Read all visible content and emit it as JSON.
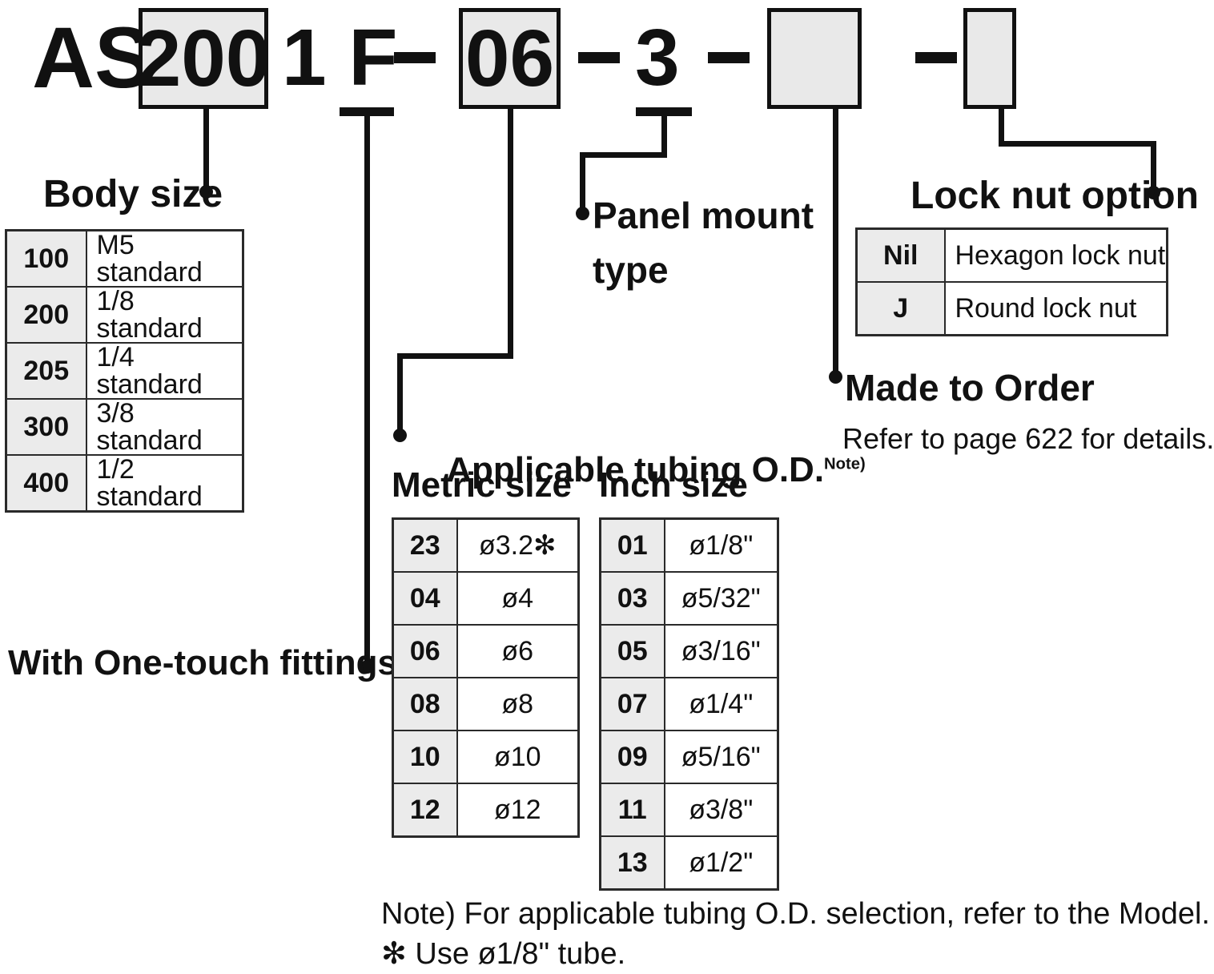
{
  "model_number": {
    "prefix": "AS",
    "body_size_box": "200",
    "mid": "1 F",
    "dash1": "–",
    "tubing_box": "06",
    "dash2": "–",
    "panel_mount": "3",
    "dash3": "–",
    "made_to_order_box": "",
    "dash4": "–",
    "lock_nut_box": ""
  },
  "body_size": {
    "title": "Body size",
    "rows": [
      {
        "code": "100",
        "desc": "M5 standard"
      },
      {
        "code": "200",
        "desc": "1/8 standard"
      },
      {
        "code": "205",
        "desc": "1/4 standard"
      },
      {
        "code": "300",
        "desc": "3/8 standard"
      },
      {
        "code": "400",
        "desc": "1/2 standard"
      }
    ]
  },
  "one_touch": {
    "label": "With One-touch fittings"
  },
  "panel_mount": {
    "line1": "Panel mount",
    "line2": "type"
  },
  "tubing": {
    "title": "Applicable tubing O.D.",
    "title_note": "Note)",
    "metric": {
      "title": "Metric size",
      "rows": [
        {
          "code": "23",
          "desc": "ø3.2✻"
        },
        {
          "code": "04",
          "desc": "ø4"
        },
        {
          "code": "06",
          "desc": "ø6"
        },
        {
          "code": "08",
          "desc": "ø8"
        },
        {
          "code": "10",
          "desc": "ø10"
        },
        {
          "code": "12",
          "desc": "ø12"
        }
      ]
    },
    "inch": {
      "title": "Inch size",
      "rows": [
        {
          "code": "01",
          "desc": "ø1/8\""
        },
        {
          "code": "03",
          "desc": "ø5/32\""
        },
        {
          "code": "05",
          "desc": "ø3/16\""
        },
        {
          "code": "07",
          "desc": "ø1/4\""
        },
        {
          "code": "09",
          "desc": "ø5/16\""
        },
        {
          "code": "11",
          "desc": "ø3/8\""
        },
        {
          "code": "13",
          "desc": "ø1/2\""
        }
      ]
    }
  },
  "made_to_order": {
    "title": "Made to Order",
    "detail": "Refer to page 622 for details."
  },
  "lock_nut": {
    "title": "Lock nut option",
    "rows": [
      {
        "code": "Nil",
        "desc": "Hexagon lock nut"
      },
      {
        "code": "J",
        "desc": "Round lock nut"
      }
    ]
  },
  "footnotes": {
    "note": "Note) For applicable tubing O.D. selection, refer to the Model.",
    "asterisk": "✻ Use ø1/8\" tube."
  },
  "colors": {
    "ink": "#111111",
    "box_fill": "#e9e9e9",
    "table_code_fill": "#ebebeb",
    "page_bg": "#ffffff"
  }
}
